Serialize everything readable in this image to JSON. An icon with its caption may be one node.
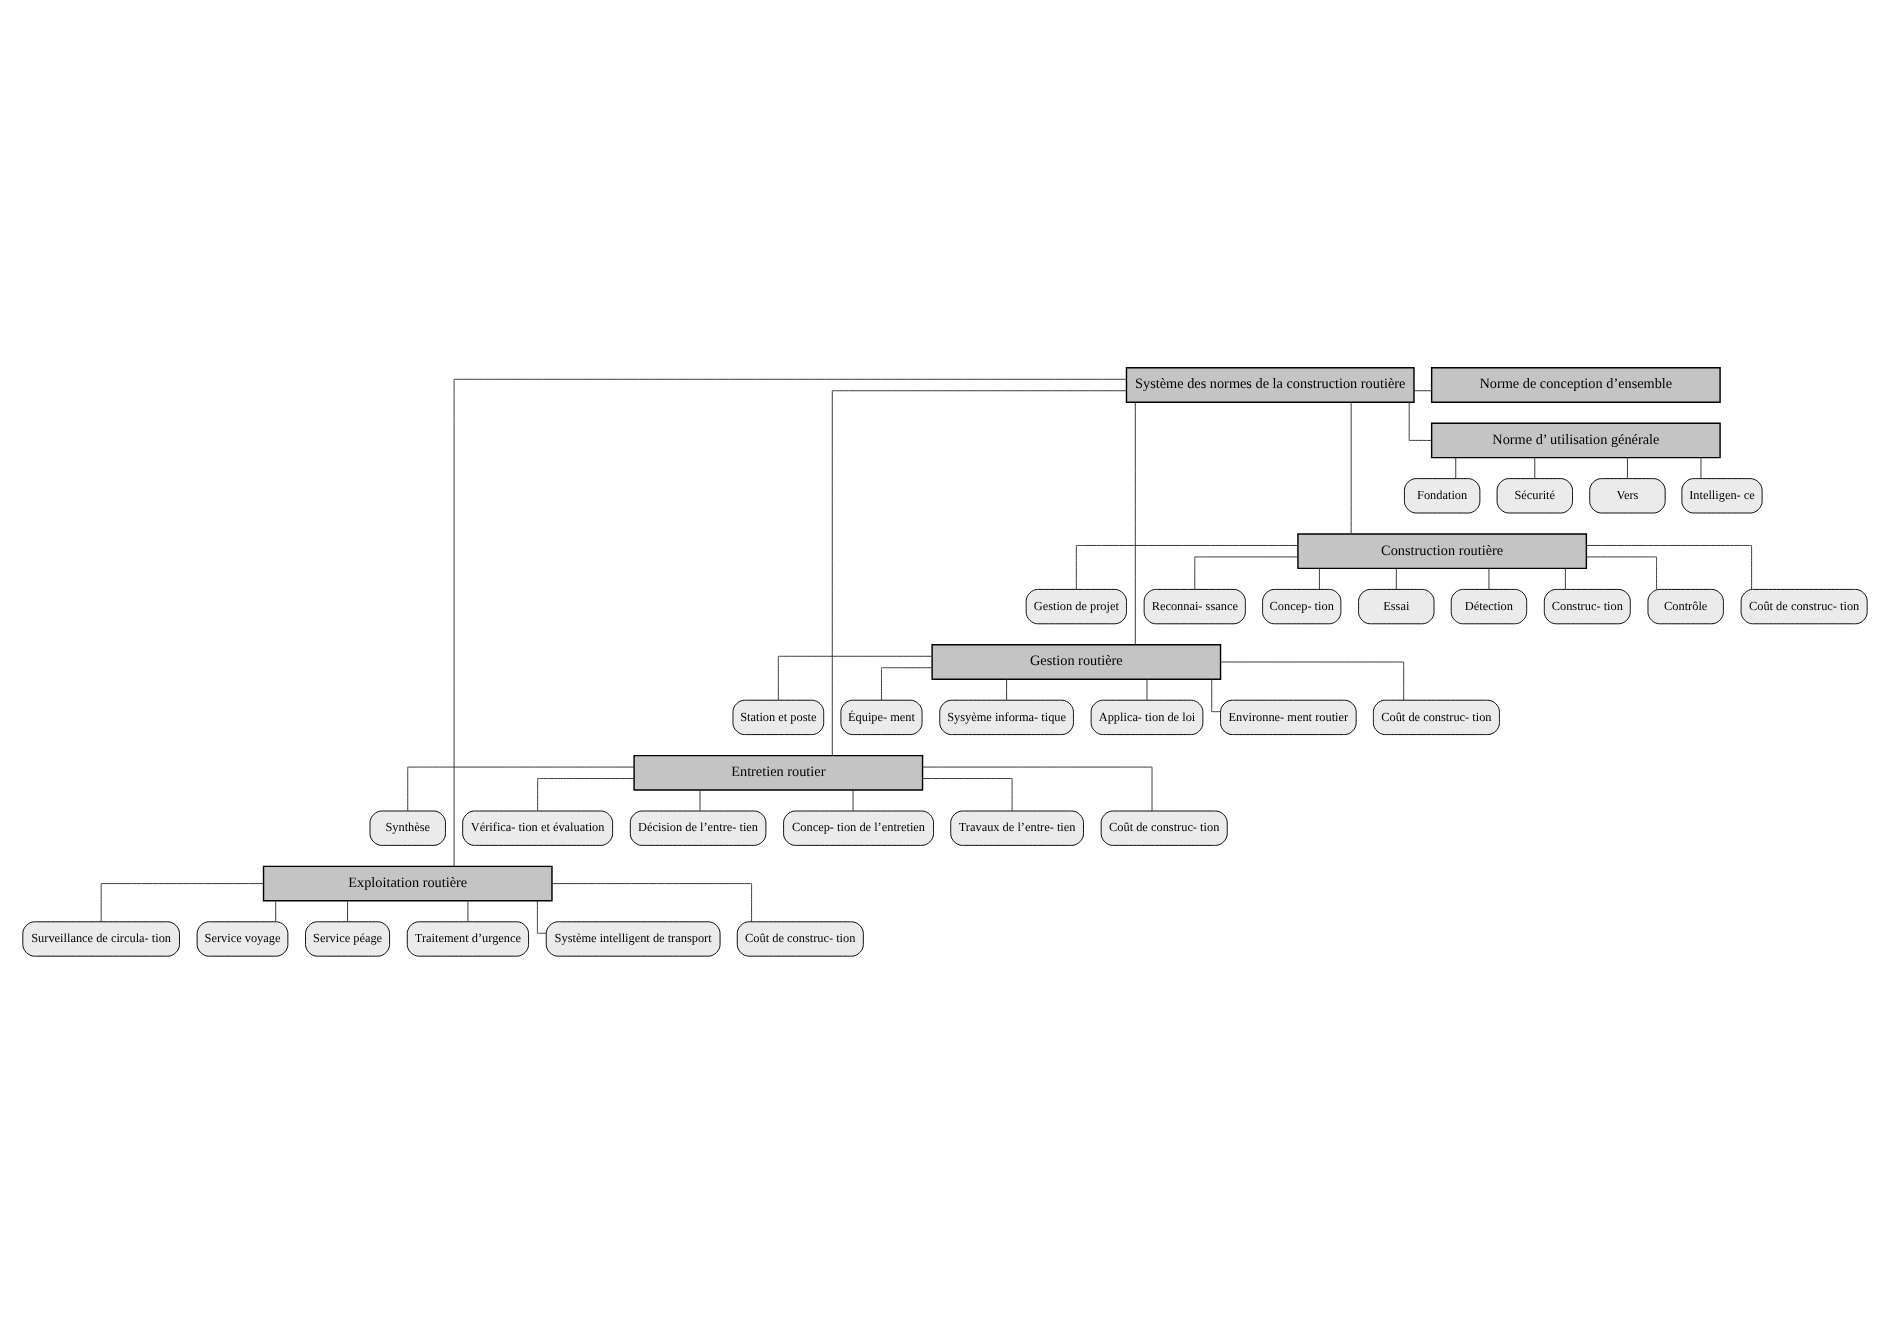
{
  "diagram": {
    "nodes": [
      {
        "text": [
          "Système des normes de la construction routière"
        ]
      },
      {
        "text": [
          "Norme de conception d’ensemble"
        ]
      },
      {
        "text": [
          "Norme d’ utilisation générale"
        ]
      },
      {
        "text": [
          "Fondation"
        ]
      },
      {
        "text": [
          "Sécurité"
        ]
      },
      {
        "text": [
          "Vers"
        ]
      },
      {
        "text": [
          "Intelligen- ce"
        ]
      },
      {
        "text": [
          "Construction routière"
        ]
      },
      {
        "text": [
          "Gestion de projet"
        ]
      },
      {
        "text": [
          "Reconnai- ssance"
        ]
      },
      {
        "text": [
          "Concep- tion"
        ]
      },
      {
        "text": [
          "Essai"
        ]
      },
      {
        "text": [
          "Détection"
        ]
      },
      {
        "text": [
          "Construc- tion"
        ]
      },
      {
        "text": [
          "Contrôle"
        ]
      },
      {
        "text": [
          "Coût de construc- tion"
        ]
      },
      {
        "text": [
          "Gestion routière"
        ]
      },
      {
        "text": [
          "Station et poste"
        ]
      },
      {
        "text": [
          "Équipe- ment"
        ]
      },
      {
        "text": [
          "Sysyème informa- tique"
        ]
      },
      {
        "text": [
          "Applica- tion de loi"
        ]
      },
      {
        "text": [
          "Environne- ment routier"
        ]
      },
      {
        "text": [
          "Coût de construc- tion"
        ]
      },
      {
        "text": [
          "Entretien routier"
        ]
      },
      {
        "text": [
          "Synthèse"
        ]
      },
      {
        "text": [
          "Vérifica- tion et évaluation"
        ]
      },
      {
        "text": [
          "Décision de l’entre- tien"
        ]
      },
      {
        "text": [
          "Concep- tion de l’entretien"
        ]
      },
      {
        "text": [
          "Travaux de l’entre- tien"
        ]
      },
      {
        "text": [
          "Coût de construc- tion"
        ]
      },
      {
        "text": [
          "Exploitation routière"
        ]
      },
      {
        "text": [
          "Surveillance de circula- tion"
        ]
      },
      {
        "text": [
          "Service voyage"
        ]
      },
      {
        "text": [
          "Service péage"
        ]
      },
      {
        "text": [
          "Traitement d’urgence"
        ]
      },
      {
        "text": [
          "Système intelligent de transport"
        ]
      },
      {
        "text": [
          "Coût de construc- tion"
        ]
      }
    ],
    "edges": [
      {
        "from": 0,
        "to": 1,
        "arrow": "none"
      },
      {
        "from": 0,
        "to": 2,
        "arrow": "none"
      },
      {
        "from": 0,
        "to": 7,
        "arrow": "none"
      },
      {
        "from": 0,
        "to": 16,
        "arrow": "none"
      },
      {
        "from": 0,
        "to": 23,
        "arrow": "none"
      },
      {
        "from": 0,
        "to": 30,
        "arrow": "none"
      },
      {
        "from": 2,
        "to": 3,
        "arrow": "none"
      },
      {
        "from": 2,
        "to": 4,
        "arrow": "none"
      },
      {
        "from": 2,
        "to": 5,
        "arrow": "none"
      },
      {
        "from": 2,
        "to": 6,
        "arrow": "none"
      },
      {
        "from": 7,
        "to": 8,
        "arrow": "none"
      },
      {
        "from": 7,
        "to": 9,
        "arrow": "none"
      },
      {
        "from": 7,
        "to": 10,
        "arrow": "none"
      },
      {
        "from": 7,
        "to": 11,
        "arrow": "none"
      },
      {
        "from": 7,
        "to": 12,
        "arrow": "none"
      },
      {
        "from": 7,
        "to": 13,
        "arrow": "none"
      },
      {
        "from": 7,
        "to": 14,
        "arrow": "none"
      },
      {
        "from": 7,
        "to": 15,
        "arrow": "none"
      },
      {
        "from": 16,
        "to": 17,
        "arrow": "none"
      },
      {
        "from": 16,
        "to": 18,
        "arrow": "none"
      },
      {
        "from": 16,
        "to": 19,
        "arrow": "none"
      },
      {
        "from": 16,
        "to": 20,
        "arrow": "none"
      },
      {
        "from": 16,
        "to": 21,
        "arrow": "none"
      },
      {
        "from": 16,
        "to": 22,
        "arrow": "none"
      },
      {
        "from": 23,
        "to": 24,
        "arrow": "none"
      },
      {
        "from": 23,
        "to": 25,
        "arrow": "none"
      },
      {
        "from": 23,
        "to": 26,
        "arrow": "none"
      },
      {
        "from": 23,
        "to": 27,
        "arrow": "none"
      },
      {
        "from": 23,
        "to": 28,
        "arrow": "none"
      },
      {
        "from": 23,
        "to": 29,
        "arrow": "none"
      },
      {
        "from": 30,
        "to": 31,
        "arrow": "none"
      },
      {
        "from": 30,
        "to": 32,
        "arrow": "none"
      },
      {
        "from": 30,
        "to": 33,
        "arrow": "none"
      },
      {
        "from": 30,
        "to": 34,
        "arrow": "none"
      },
      {
        "from": 30,
        "to": 35,
        "arrow": "none"
      },
      {
        "from": 30,
        "to": 36,
        "arrow": "none"
      }
    ]
  }
}
